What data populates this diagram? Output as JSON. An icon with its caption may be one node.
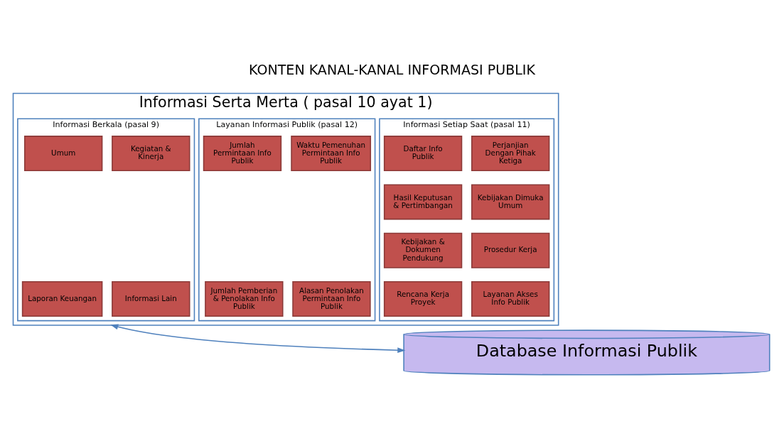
{
  "diagram": {
    "title": "KONTEN KANAL-KANAL INFORMASI PUBLIK",
    "nodes": [
      {
        "text": [
          "Informasi Serta Merta ( pasal 10 ayat 1)"
        ]
      },
      {
        "text": [
          "Informasi Setiap Saat (pasal 11)"
        ],
        "in": 0
      },
      {
        "text": [
          "Daftar Info Publik"
        ],
        "in": 1
      },
      {
        "text": [
          "Perjanjian Dengan Pihak Ketiga"
        ],
        "in": 1
      },
      {
        "text": [
          "Hasil Keputusan & Pertimbangan"
        ],
        "in": 1
      },
      {
        "text": [
          "Kebijakan Dimuka Umum"
        ],
        "in": 1
      },
      {
        "text": [
          "Kebijakan & Dokumen Pendukung"
        ],
        "in": 1
      },
      {
        "text": [
          "Prosedur Kerja"
        ],
        "in": 1
      },
      {
        "text": [
          "Rencana Kerja Proyek"
        ],
        "in": 1
      },
      {
        "text": [
          "Layanan Akses Info Publik"
        ],
        "in": 1
      },
      {
        "text": [
          "Informasi Berkala (pasal 9)"
        ],
        "in": 0
      },
      {
        "text": [
          "Umum"
        ],
        "in": 10
      },
      {
        "text": [
          "Kegiatan & Kinerja"
        ],
        "in": 10
      },
      {
        "text": [
          "Laporan Keuangan"
        ],
        "in": 10
      },
      {
        "text": [
          "Informasi Lain"
        ],
        "in": 10
      },
      {
        "text": [
          "Layanan Informasi Publik (pasal 12)"
        ],
        "in": 0
      },
      {
        "text": [
          "Jumlah Permintaan Info Publik"
        ],
        "in": 15
      },
      {
        "text": [
          "Waktu Pemenuhan Permintaan Info Publik"
        ],
        "in": 15
      },
      {
        "text": [
          "Jumlah Pemberian & Penolakan Info Publik"
        ],
        "in": 15
      },
      {
        "text": [
          "Alasan Penolakan Permintaan Info Publik"
        ],
        "in": 15
      },
      {
        "text": [
          "Database Informasi Publik"
        ]
      }
    ],
    "edges": [
      {
        "from": 0,
        "to": 20,
        "arrow": "both"
      }
    ]
  }
}
